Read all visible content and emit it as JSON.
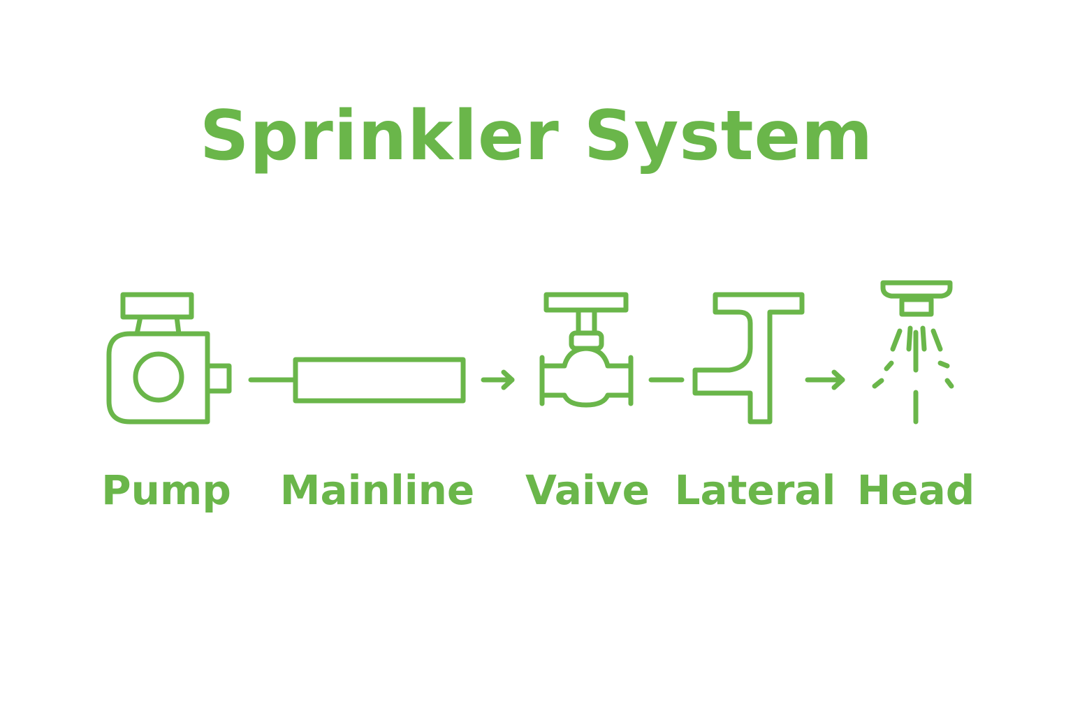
{
  "title": "Sprinkler System",
  "accent_color": "#6ab64a",
  "stages": [
    {
      "label": "Pump",
      "icon": "pump-icon"
    },
    {
      "label": "Mainline",
      "icon": "pipe-icon"
    },
    {
      "label": "Vaive",
      "icon": "valve-icon"
    },
    {
      "label": "Lateral",
      "icon": "lateral-pipe-icon"
    },
    {
      "label": "Head",
      "icon": "sprinkler-head-icon"
    }
  ],
  "connectors": [
    {
      "from": "Pump",
      "to": "Mainline",
      "style": "line"
    },
    {
      "from": "Mainline",
      "to": "Vaive",
      "style": "arrow"
    },
    {
      "from": "Vaive",
      "to": "Lateral",
      "style": "line"
    },
    {
      "from": "Lateral",
      "to": "Head",
      "style": "arrow"
    }
  ]
}
